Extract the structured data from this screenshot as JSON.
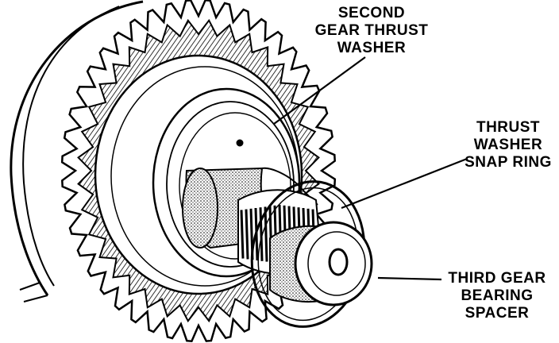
{
  "diagram": {
    "callouts": [
      {
        "id": "second-gear-thrust-washer",
        "lines": [
          "SECOND",
          "GEAR THRUST",
          "WASHER"
        ]
      },
      {
        "id": "thrust-washer-snap-ring",
        "lines": [
          "THRUST",
          "WASHER",
          "SNAP RING"
        ]
      },
      {
        "id": "third-gear-bearing-spacer",
        "lines": [
          "THIRD GEAR",
          "BEARING",
          "SPACER"
        ]
      }
    ],
    "colors": {
      "ink": "#000000",
      "paper": "#ffffff"
    }
  }
}
